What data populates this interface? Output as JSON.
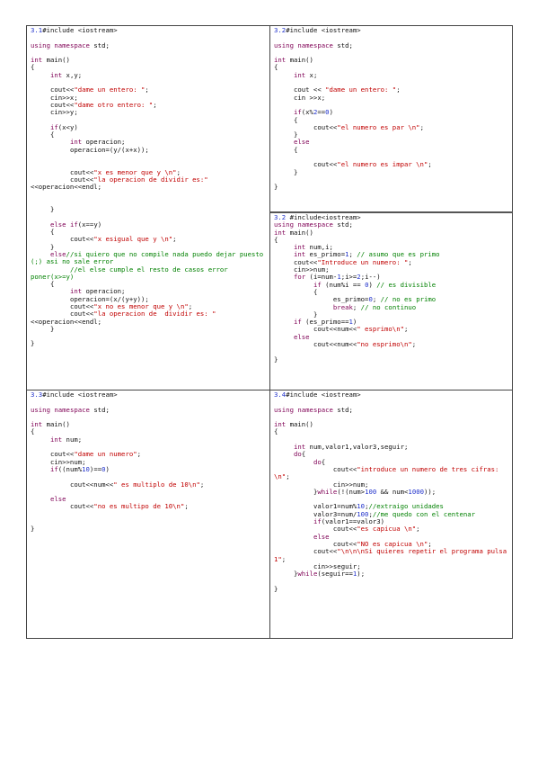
{
  "cells": [
    {
      "id": "3.1",
      "lines": [
        [
          [
            "n",
            "3.1"
          ],
          [
            "t",
            "#include <iostream>"
          ]
        ],
        [],
        [
          [
            "k",
            "using"
          ],
          [
            "t",
            " "
          ],
          [
            "k",
            "namespace"
          ],
          [
            "t",
            " std;"
          ]
        ],
        [],
        [
          [
            "k",
            "int"
          ],
          [
            "t",
            " main()"
          ]
        ],
        [
          [
            "t",
            "{"
          ]
        ],
        [
          [
            "t",
            "     "
          ],
          [
            "k",
            "int"
          ],
          [
            "t",
            " x,y;"
          ]
        ],
        [],
        [
          [
            "t",
            "     cout<<"
          ],
          [
            "s",
            "\"dame un entero: \""
          ],
          [
            "t",
            ";"
          ]
        ],
        [
          [
            "t",
            "     cin>>x;"
          ]
        ],
        [
          [
            "t",
            "     cout<<"
          ],
          [
            "s",
            "\"dame otro entero: \""
          ],
          [
            "t",
            ";"
          ]
        ],
        [
          [
            "t",
            "     cin>>y;"
          ]
        ],
        [],
        [
          [
            "t",
            "     "
          ],
          [
            "k",
            "if"
          ],
          [
            "t",
            "(x<y)"
          ]
        ],
        [
          [
            "t",
            "     {"
          ]
        ],
        [
          [
            "t",
            "          "
          ],
          [
            "k",
            "int"
          ],
          [
            "t",
            " operacion;"
          ]
        ],
        [
          [
            "t",
            "          operacion=(y/(x+x));"
          ]
        ],
        [],
        [],
        [
          [
            "t",
            "          cout<<"
          ],
          [
            "s",
            "\"x es menor que y \\n\""
          ],
          [
            "t",
            ";"
          ]
        ],
        [
          [
            "t",
            "          cout<<"
          ],
          [
            "s",
            "\"la operacion de dividir es:\""
          ],
          [
            "t",
            "<<operacion<<endl;"
          ]
        ],
        [],
        [],
        [
          [
            "t",
            "     }"
          ]
        ],
        [],
        [
          [
            "t",
            "     "
          ],
          [
            "k",
            "else"
          ],
          [
            "t",
            " "
          ],
          [
            "k",
            "if"
          ],
          [
            "t",
            "(x==y)"
          ]
        ],
        [
          [
            "t",
            "     {"
          ]
        ],
        [
          [
            "t",
            "          cout<<"
          ],
          [
            "s",
            "\"x esigual que y \\n\""
          ],
          [
            "t",
            ";"
          ]
        ],
        [
          [
            "t",
            "     }"
          ]
        ],
        [
          [
            "t",
            "     "
          ],
          [
            "k",
            "else"
          ],
          [
            "c",
            "//si quiero que no compile nada puedo dejar puesto (;) asi no sale error"
          ]
        ],
        [
          [
            "c",
            "          //el else cumple el resto de casos error poner(x>=y)"
          ]
        ],
        [
          [
            "t",
            "     {"
          ]
        ],
        [
          [
            "t",
            "          "
          ],
          [
            "k",
            "int"
          ],
          [
            "t",
            " operacion;"
          ]
        ],
        [
          [
            "t",
            "          operacion=(x/(y+y));"
          ]
        ],
        [
          [
            "t",
            "          cout<<"
          ],
          [
            "s",
            "\"x no es menor que y \\n\""
          ],
          [
            "t",
            ";"
          ]
        ],
        [
          [
            "t",
            "          cout<<"
          ],
          [
            "s",
            "\"la operacion de  dividir es: \""
          ],
          [
            "t",
            "<<operacion<<endl;"
          ]
        ],
        [
          [
            "t",
            "     }"
          ]
        ],
        [],
        [
          [
            "t",
            "}"
          ]
        ]
      ]
    },
    {
      "id": "3.2",
      "lines": [
        [
          [
            "n",
            "3.2"
          ],
          [
            "t",
            "#include <iostream>"
          ]
        ],
        [],
        [
          [
            "k",
            "using"
          ],
          [
            "t",
            " "
          ],
          [
            "k",
            "namespace"
          ],
          [
            "t",
            " std;"
          ]
        ],
        [],
        [
          [
            "k",
            "int"
          ],
          [
            "t",
            " main()"
          ]
        ],
        [
          [
            "t",
            "{"
          ]
        ],
        [
          [
            "t",
            "     "
          ],
          [
            "k",
            "int"
          ],
          [
            "t",
            " x;"
          ]
        ],
        [],
        [
          [
            "t",
            "     cout << "
          ],
          [
            "s",
            "\"dame un entero: \""
          ],
          [
            "t",
            ";"
          ]
        ],
        [
          [
            "t",
            "     cin >>x;"
          ]
        ],
        [],
        [
          [
            "t",
            "     "
          ],
          [
            "k",
            "if"
          ],
          [
            "t",
            "(x%"
          ],
          [
            "n",
            "2"
          ],
          [
            "t",
            "=="
          ],
          [
            "n",
            "0"
          ],
          [
            "t",
            ")"
          ]
        ],
        [
          [
            "t",
            "     {"
          ]
        ],
        [
          [
            "t",
            "          cout<<"
          ],
          [
            "s",
            "\"el numero es par \\n\""
          ],
          [
            "t",
            ";"
          ]
        ],
        [
          [
            "t",
            "     }"
          ]
        ],
        [
          [
            "t",
            "     "
          ],
          [
            "k",
            "else"
          ]
        ],
        [
          [
            "t",
            "     {"
          ]
        ],
        [],
        [
          [
            "t",
            "          cout<<"
          ],
          [
            "s",
            "\"el numero es impar \\n\""
          ],
          [
            "t",
            ";"
          ]
        ],
        [
          [
            "t",
            "     }"
          ]
        ],
        [],
        [
          [
            "t",
            "}"
          ]
        ]
      ]
    },
    {
      "id": "3.2b",
      "lines": [
        [
          [
            "n",
            "3.2"
          ],
          [
            "t",
            " #include<iostream>"
          ]
        ],
        [
          [
            "k",
            "using"
          ],
          [
            "t",
            " "
          ],
          [
            "k",
            "namespace"
          ],
          [
            "t",
            " std;"
          ]
        ],
        [
          [
            "k",
            "int"
          ],
          [
            "t",
            " main()"
          ]
        ],
        [
          [
            "t",
            "{"
          ]
        ],
        [
          [
            "t",
            "     "
          ],
          [
            "k",
            "int"
          ],
          [
            "t",
            " num,i;"
          ]
        ],
        [
          [
            "t",
            "     "
          ],
          [
            "k",
            "int"
          ],
          [
            "t",
            " es_primo="
          ],
          [
            "n",
            "1"
          ],
          [
            "t",
            ";"
          ],
          [
            "c",
            " // asumo que es primo"
          ]
        ],
        [
          [
            "t",
            "     cout<<"
          ],
          [
            "s",
            "\"Introduce un numero: \""
          ],
          [
            "t",
            ";"
          ]
        ],
        [
          [
            "t",
            "     cin>>num;"
          ]
        ],
        [
          [
            "t",
            "     "
          ],
          [
            "k",
            "for"
          ],
          [
            "t",
            " (i=num-"
          ],
          [
            "n",
            "1"
          ],
          [
            "t",
            ";i>="
          ],
          [
            "n",
            "2"
          ],
          [
            "t",
            ";i--)"
          ]
        ],
        [
          [
            "t",
            "          "
          ],
          [
            "k",
            "if"
          ],
          [
            "t",
            " (num%i == "
          ],
          [
            "n",
            "0"
          ],
          [
            "t",
            ")"
          ],
          [
            "c",
            " // es divisible"
          ]
        ],
        [
          [
            "t",
            "          {"
          ]
        ],
        [
          [
            "t",
            "               es_primo="
          ],
          [
            "n",
            "0"
          ],
          [
            "t",
            ";"
          ],
          [
            "c",
            " // no es primo"
          ]
        ],
        [
          [
            "t",
            "               "
          ],
          [
            "k",
            "break"
          ],
          [
            "t",
            ";"
          ],
          [
            "c",
            " // no continuo"
          ]
        ],
        [
          [
            "t",
            "          }"
          ]
        ],
        [
          [
            "t",
            "     "
          ],
          [
            "k",
            "if"
          ],
          [
            "t",
            " (es_primo=="
          ],
          [
            "n",
            "1"
          ],
          [
            "t",
            ")"
          ]
        ],
        [
          [
            "t",
            "          cout<<num<<"
          ],
          [
            "s",
            "\" esprimo\\n\""
          ],
          [
            "t",
            ";"
          ]
        ],
        [
          [
            "t",
            "     "
          ],
          [
            "k",
            "else"
          ]
        ],
        [
          [
            "t",
            "          cout<<num<<"
          ],
          [
            "s",
            "\"no esprimo\\n\""
          ],
          [
            "t",
            ";"
          ]
        ],
        [],
        [
          [
            "t",
            "}"
          ]
        ]
      ]
    },
    {
      "id": "3.3",
      "lines": [
        [
          [
            "n",
            "3.3"
          ],
          [
            "t",
            "#include <iostream>"
          ]
        ],
        [],
        [
          [
            "k",
            "using"
          ],
          [
            "t",
            " "
          ],
          [
            "k",
            "namespace"
          ],
          [
            "t",
            " std;"
          ]
        ],
        [],
        [
          [
            "k",
            "int"
          ],
          [
            "t",
            " main()"
          ]
        ],
        [
          [
            "t",
            "{"
          ]
        ],
        [
          [
            "t",
            "     "
          ],
          [
            "k",
            "int"
          ],
          [
            "t",
            " num;"
          ]
        ],
        [],
        [
          [
            "t",
            "     cout<<"
          ],
          [
            "s",
            "\"dame un numero\""
          ],
          [
            "t",
            ";"
          ]
        ],
        [
          [
            "t",
            "     cin>>num;"
          ]
        ],
        [
          [
            "t",
            "     "
          ],
          [
            "k",
            "if"
          ],
          [
            "t",
            "((num%"
          ],
          [
            "n",
            "10"
          ],
          [
            "t",
            ")=="
          ],
          [
            "n",
            "0"
          ],
          [
            "t",
            ")"
          ]
        ],
        [],
        [
          [
            "t",
            "          cout<<num<<"
          ],
          [
            "s",
            "\" es multiplo de 10\\n\""
          ],
          [
            "t",
            ";"
          ]
        ],
        [],
        [
          [
            "t",
            "     "
          ],
          [
            "k",
            "else"
          ]
        ],
        [
          [
            "t",
            "          cout<<"
          ],
          [
            "s",
            "\"no es multipo de 10\\n\""
          ],
          [
            "t",
            ";"
          ]
        ],
        [],
        [],
        [
          [
            "t",
            "}"
          ]
        ]
      ]
    },
    {
      "id": "3.4",
      "lines": [
        [
          [
            "n",
            "3.4"
          ],
          [
            "t",
            "#include <iostream>"
          ]
        ],
        [],
        [
          [
            "k",
            "using"
          ],
          [
            "t",
            " "
          ],
          [
            "k",
            "namespace"
          ],
          [
            "t",
            " std;"
          ]
        ],
        [],
        [
          [
            "k",
            "int"
          ],
          [
            "t",
            " main()"
          ]
        ],
        [
          [
            "t",
            "{"
          ]
        ],
        [],
        [
          [
            "t",
            "     "
          ],
          [
            "k",
            "int"
          ],
          [
            "t",
            " num,valor1,valor3,seguir;"
          ]
        ],
        [
          [
            "t",
            "     "
          ],
          [
            "k",
            "do"
          ],
          [
            "t",
            "{"
          ]
        ],
        [
          [
            "t",
            "          "
          ],
          [
            "k",
            "do"
          ],
          [
            "t",
            "{"
          ]
        ],
        [
          [
            "t",
            "               cout<<"
          ],
          [
            "s",
            "\"introduce un numero de tres cifras: \\n\""
          ],
          [
            "t",
            ";"
          ]
        ],
        [
          [
            "t",
            "               cin>>num;"
          ]
        ],
        [
          [
            "t",
            "          }"
          ],
          [
            "k",
            "while"
          ],
          [
            "t",
            "(!(num>"
          ],
          [
            "n",
            "100"
          ],
          [
            "t",
            " && num<"
          ],
          [
            "n",
            "1000"
          ],
          [
            "t",
            "));"
          ]
        ],
        [],
        [
          [
            "t",
            "          valor1=num%"
          ],
          [
            "n",
            "10"
          ],
          [
            "t",
            ";"
          ],
          [
            "c",
            "//extraigo unidades"
          ]
        ],
        [
          [
            "t",
            "          valor3=num/"
          ],
          [
            "n",
            "100"
          ],
          [
            "t",
            ";"
          ],
          [
            "c",
            "//me quedo con el centenar"
          ]
        ],
        [
          [
            "t",
            "          "
          ],
          [
            "k",
            "if"
          ],
          [
            "t",
            "(valor1==valor3)"
          ]
        ],
        [
          [
            "t",
            "               cout<<"
          ],
          [
            "s",
            "\"es capicua \\n\""
          ],
          [
            "t",
            ";"
          ]
        ],
        [
          [
            "t",
            "          "
          ],
          [
            "k",
            "else"
          ]
        ],
        [
          [
            "t",
            "               cout<<"
          ],
          [
            "s",
            "\"NO es capicua \\n\""
          ],
          [
            "t",
            ";"
          ]
        ],
        [
          [
            "t",
            "          cout<<"
          ],
          [
            "s",
            "\"\\n\\n\\nSi quieres repetir el programa pulsa 1\""
          ],
          [
            "t",
            ";"
          ]
        ],
        [
          [
            "t",
            "          cin>>seguir;"
          ]
        ],
        [
          [
            "t",
            "     }"
          ],
          [
            "k",
            "while"
          ],
          [
            "t",
            "(seguir=="
          ],
          [
            "n",
            "1"
          ],
          [
            "t",
            ");"
          ]
        ],
        [],
        [
          [
            "t",
            "}"
          ]
        ]
      ]
    }
  ]
}
